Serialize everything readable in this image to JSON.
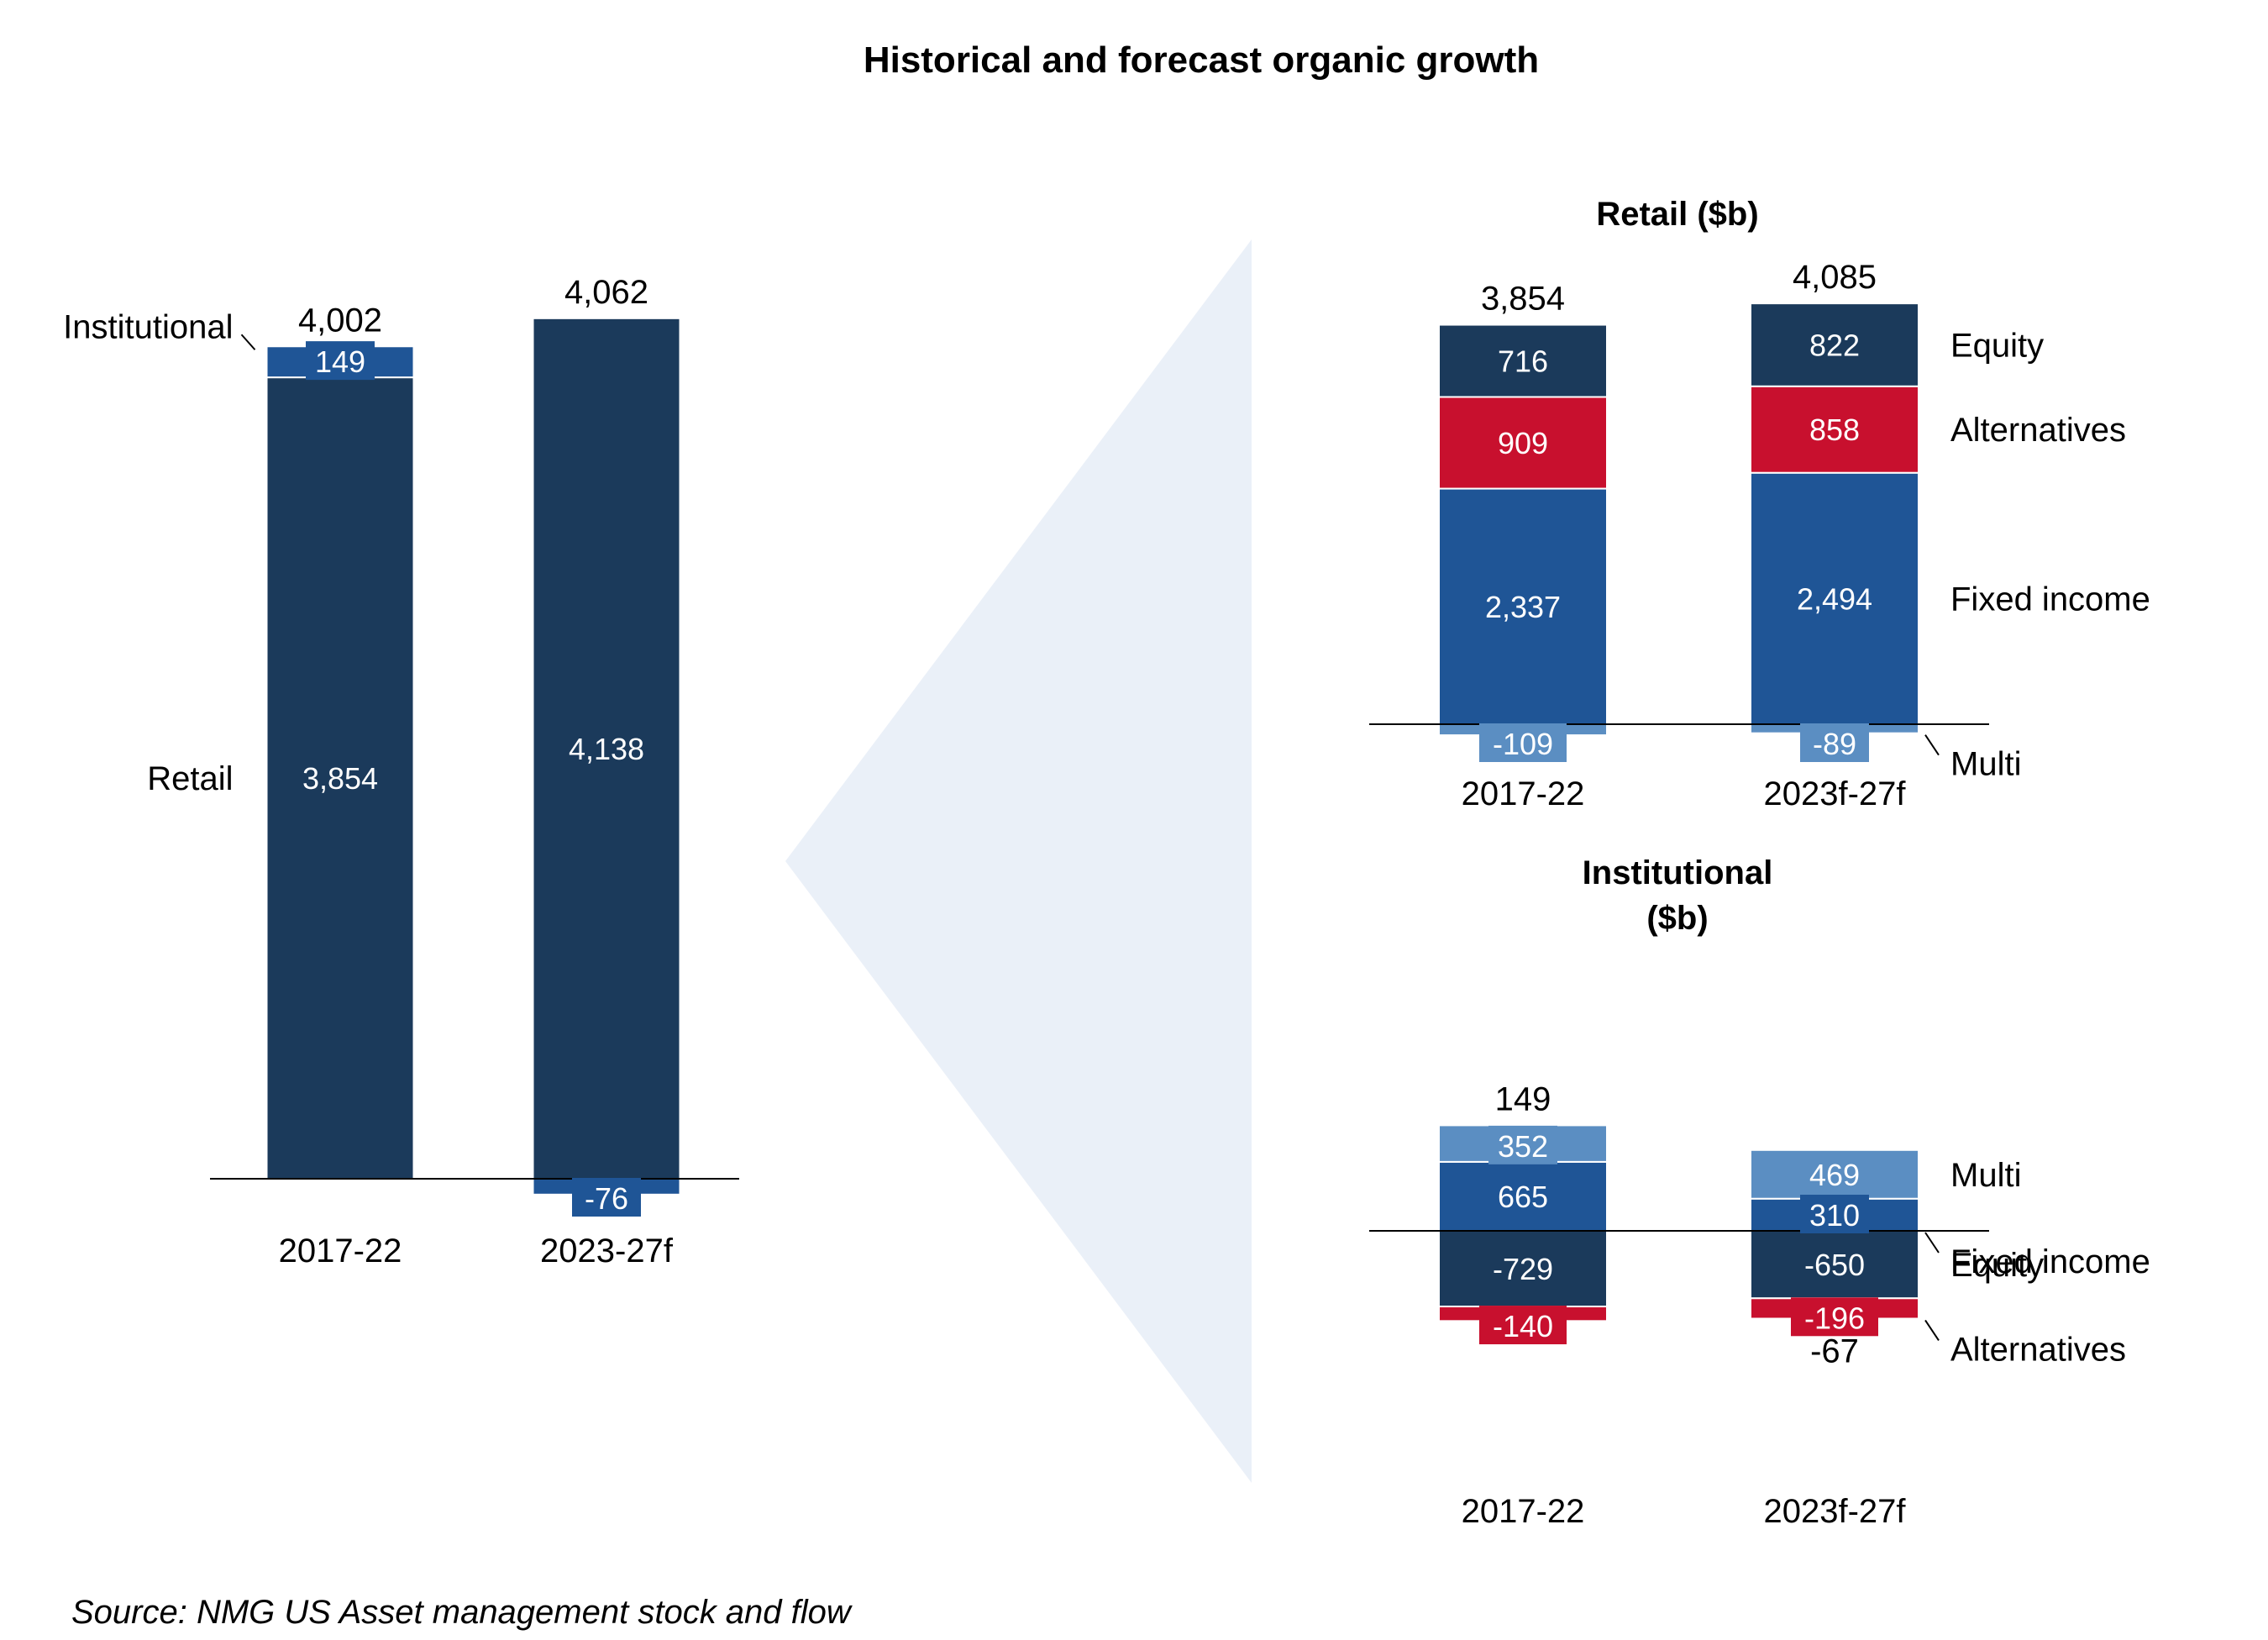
{
  "title": "Historical and forecast organic growth",
  "source": "Source: NMG US Asset management stock and flow",
  "colors": {
    "dark_navy": "#1b3a5b",
    "blue": "#1f5596",
    "light_blue": "#5b8ec2",
    "red": "#c8102e",
    "funnel": "#eaf0f8"
  },
  "chart_data": [
    {
      "id": "overview",
      "type": "bar",
      "stacked": true,
      "categories": [
        "2017-22",
        "2023-27f"
      ],
      "totals": [
        "4,002",
        "4,062"
      ],
      "series": [
        {
          "name": "Retail",
          "color": "#1b3a5b",
          "values": [
            3854,
            4138
          ],
          "labels": [
            "3,854",
            "4,138"
          ]
        },
        {
          "name": "Institutional",
          "color": "#1f5596",
          "values": [
            149,
            -76
          ],
          "labels": [
            "149",
            "-76"
          ]
        }
      ]
    },
    {
      "id": "retail",
      "type": "bar",
      "stacked": true,
      "title": "Retail ($b)",
      "categories": [
        "2017-22",
        "2023f-27f"
      ],
      "totals": [
        "3,854",
        "4,085"
      ],
      "series": [
        {
          "name": "Fixed income",
          "color": "#1f5596",
          "values": [
            2337,
            2494
          ],
          "labels": [
            "2,337",
            "2,494"
          ]
        },
        {
          "name": "Alternatives",
          "color": "#c8102e",
          "values": [
            909,
            858
          ],
          "labels": [
            "909",
            "858"
          ]
        },
        {
          "name": "Equity",
          "color": "#1b3a5b",
          "values": [
            716,
            822
          ],
          "labels": [
            "716",
            "822"
          ]
        },
        {
          "name": "Multi",
          "color": "#5b8ec2",
          "values": [
            -109,
            -89
          ],
          "labels": [
            "-109",
            "-89"
          ]
        }
      ]
    },
    {
      "id": "institutional",
      "type": "bar",
      "stacked": true,
      "title_lines": [
        "Institutional",
        "($b)"
      ],
      "categories": [
        "2017-22",
        "2023f-27f"
      ],
      "totals": [
        "149",
        "-67"
      ],
      "series": [
        {
          "name": "Fixed income",
          "color": "#1f5596",
          "values": [
            665,
            310
          ],
          "labels": [
            "665",
            "310"
          ]
        },
        {
          "name": "Multi",
          "color": "#5b8ec2",
          "values": [
            352,
            469
          ],
          "labels": [
            "352",
            "469"
          ]
        },
        {
          "name": "Equity",
          "color": "#1b3a5b",
          "values": [
            -729,
            -650
          ],
          "labels": [
            "-729",
            "-650"
          ]
        },
        {
          "name": "Alternatives",
          "color": "#c8102e",
          "values": [
            -140,
            -196
          ],
          "labels": [
            "-140",
            "-196"
          ]
        }
      ]
    }
  ]
}
